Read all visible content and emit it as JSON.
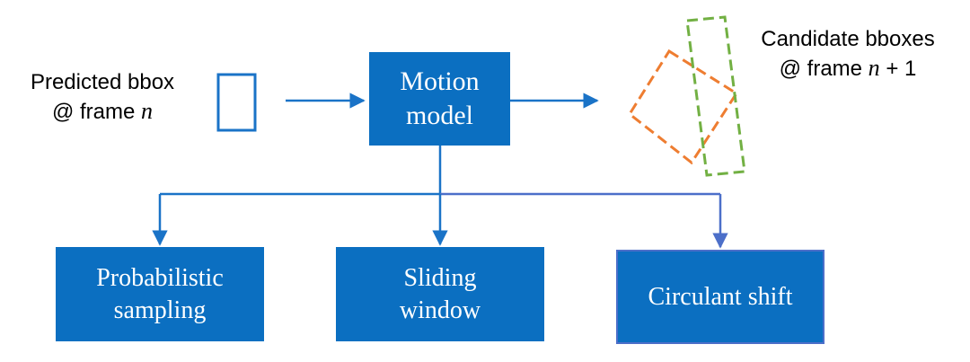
{
  "predicted": {
    "line1": "Predicted bbox",
    "line2_prefix": "@ frame ",
    "line2_var": "n"
  },
  "candidate": {
    "line1": "Candidate bboxes",
    "line2_prefix": "@ frame ",
    "line2_var": "n",
    "line2_suffix": " + 1"
  },
  "motion_model": {
    "line1": "Motion",
    "line2": "model"
  },
  "methods": {
    "probabilistic": {
      "line1": "Probabilistic",
      "line2": "sampling"
    },
    "sliding": {
      "line1": "Sliding",
      "line2": "window"
    },
    "circulant": {
      "line1": "Circulant shift"
    }
  },
  "colors": {
    "box_fill": "#0b6fc1",
    "arrow": "#1a73c7",
    "arrow_violet": "#4c6fc9",
    "orange_bbox": "#ee7d31",
    "green_bbox": "#72b043"
  }
}
